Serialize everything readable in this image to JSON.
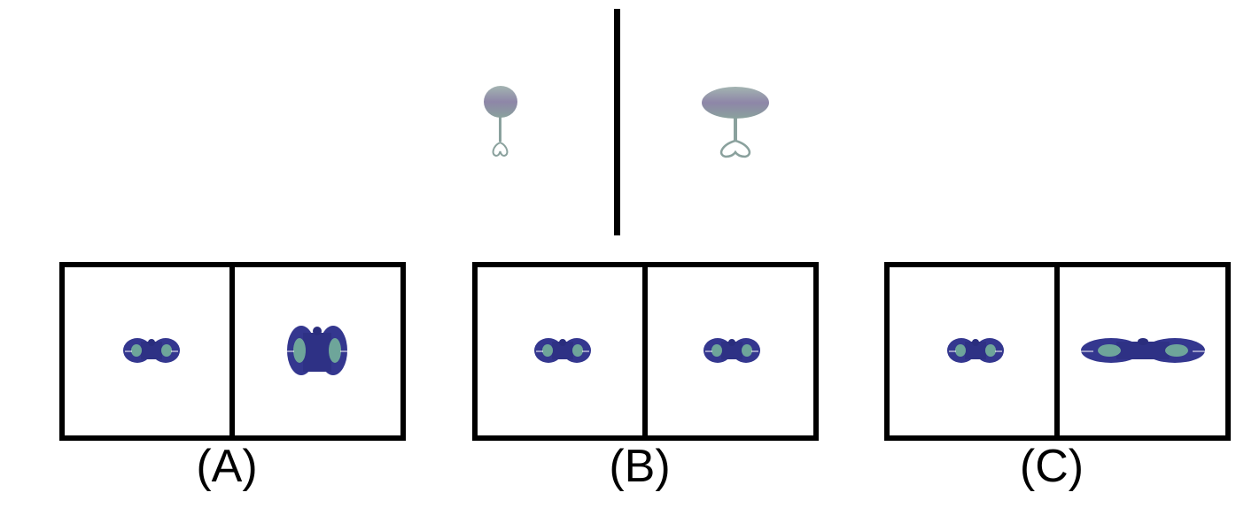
{
  "options": [
    {
      "label": "(A)"
    },
    {
      "label": "(B)"
    },
    {
      "label": "(C)"
    }
  ],
  "colors": {
    "background": "#ffffff",
    "border": "#000000",
    "glass_shape": "#93a7a4",
    "glass_band": "#8e86a8",
    "object_blue": "#34378f",
    "object_inner": "#6ea59a"
  },
  "icons": {
    "example_left": "round-cup-icon",
    "example_right": "wide-bowl-cup-icon",
    "option_object": "blue-lens-object-icon"
  }
}
